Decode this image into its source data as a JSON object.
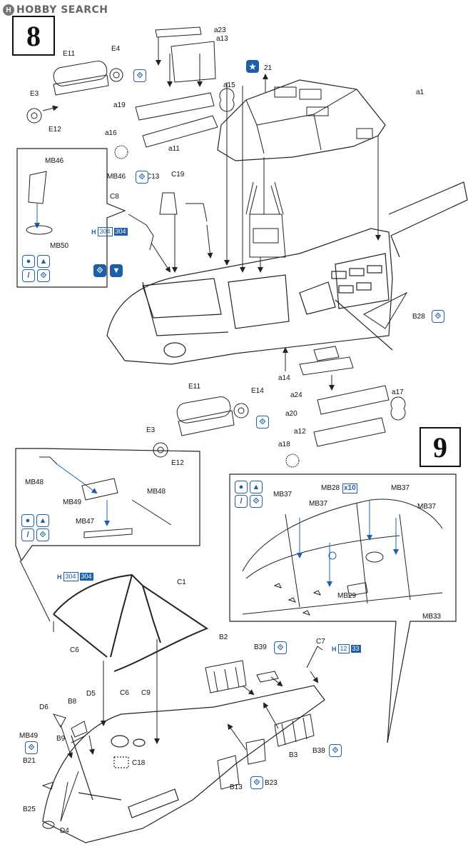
{
  "watermark": {
    "logo": "H",
    "text": "HOBBY SEARCH"
  },
  "steps": {
    "step8": "8",
    "step9": "9"
  },
  "step8_labels": {
    "a23": "a23",
    "a13": "a13",
    "E11_top": "E11",
    "E4": "E4",
    "a15": "a15",
    "E3_top": "E3",
    "E12_top": "E12",
    "a19": "a19",
    "a11": "a11",
    "a16": "a16",
    "a1": "a1",
    "n21": "21",
    "MB46_inset": "MB46",
    "MB50": "MB50",
    "MB46_part": "MB46",
    "C13": "C13",
    "C19": "C19",
    "C8": "C8",
    "B28": "B28",
    "a14": "a14",
    "a24": "a24",
    "E11_bot": "E11",
    "E14": "E14",
    "a17": "a17",
    "a20": "a20",
    "E3_bot": "E3",
    "a12": "a12",
    "E12_bot": "E12",
    "a18": "a18"
  },
  "step9_labels": {
    "MB48_l": "MB48",
    "MB49_top": "MB49",
    "MB48_r": "MB48",
    "MB47": "MB47",
    "MB37_1": "MB37",
    "MB28": "MB28",
    "MB37_2": "MB37",
    "MB37_3": "MB37",
    "MB37_4": "MB37",
    "MB29": "MB29",
    "MB33": "MB33",
    "C1": "C1",
    "C6_l": "C6",
    "B2": "B2",
    "B39": "B39",
    "C7": "C7",
    "D6": "D6",
    "B8": "B8",
    "D5": "D5",
    "C6_m": "C6",
    "C9": "C9",
    "MB49_bot": "MB49",
    "B9": "B9",
    "C18": "C18",
    "B21": "B21",
    "B3": "B3",
    "B38": "B38",
    "B23": "B23",
    "B13": "B13",
    "B25": "B25",
    "D4": "D4"
  },
  "quantity": "x10",
  "paint_codes": [
    {
      "h": "H",
      "c1": "304",
      "c2": "304"
    },
    {
      "h": "H",
      "c1": "304",
      "c2": "304"
    },
    {
      "h": "H",
      "c1": "12",
      "c2": "33"
    }
  ],
  "colors": {
    "accent": "#1f5fa8",
    "line": "#222222"
  }
}
